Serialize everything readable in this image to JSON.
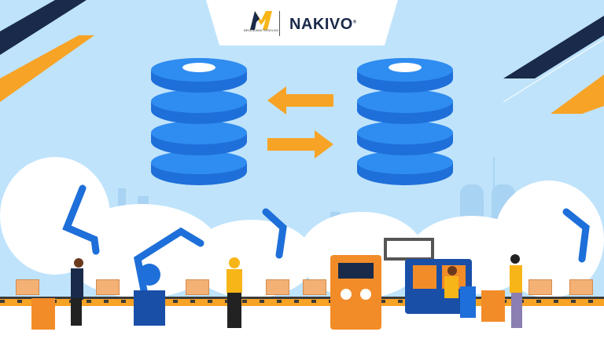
{
  "header": {
    "partner_logo": "MEGA BUANA TEKNOLOGI",
    "brand_logo": "NAKIVO",
    "registered_mark": "®"
  },
  "illustration": {
    "databases": [
      "database-left",
      "database-right"
    ],
    "arrows": [
      "arrow-left",
      "arrow-right"
    ],
    "colors": {
      "sky": "#bfe3fb",
      "database": "#1e6fd9",
      "arrow": "#f7a326",
      "navy": "#1a2a4a"
    }
  }
}
